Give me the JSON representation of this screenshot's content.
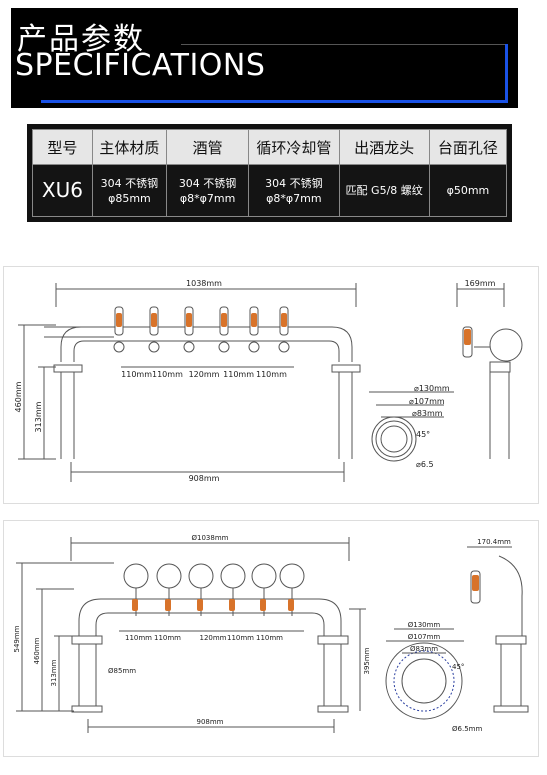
{
  "header": {
    "title_cn": "产品参数",
    "title_en": "SPECIFICATIONS"
  },
  "spec_table": {
    "headers": [
      "型号",
      "主体材质",
      "酒管",
      "循环冷却管",
      "出酒龙头",
      "台面孔径"
    ],
    "values": [
      {
        "lines": [
          "XU6"
        ]
      },
      {
        "lines": [
          "304 不锈钢",
          "φ85mm"
        ]
      },
      {
        "lines": [
          "304 不锈钢",
          "φ8*φ7mm"
        ]
      },
      {
        "lines": [
          "304 不锈钢",
          "φ8*φ7mm"
        ]
      },
      {
        "lines": [
          "匹配 G5/8 螺纹"
        ]
      },
      {
        "lines": [
          "φ50mm"
        ]
      }
    ]
  },
  "drawing1": {
    "width": "1038mm",
    "side_width": "169mm",
    "height": "460mm",
    "leg": "313mm",
    "spacing": [
      "110mm",
      "110mm",
      "120mm",
      "110mm",
      "110mm"
    ],
    "base": "908mm",
    "d1": "⌀130mm",
    "d2": "⌀107mm",
    "d3": "⌀83mm",
    "angle": "45°",
    "hole": "⌀6.5"
  },
  "drawing2": {
    "width": "Ø1038mm",
    "side_width": "170.4mm",
    "h1": "549mm",
    "h2": "460mm",
    "h3": "313mm",
    "h4": "395mm",
    "leg": "Ø85mm",
    "spacing": [
      "110mm",
      "110mm",
      "120mm",
      "110mm",
      "110mm"
    ],
    "base": "908mm",
    "d1": "Ø130mm",
    "d2": "Ø107mm",
    "d3": "Ø83mm",
    "angle": "45°",
    "hole": "Ø6.5mm"
  }
}
